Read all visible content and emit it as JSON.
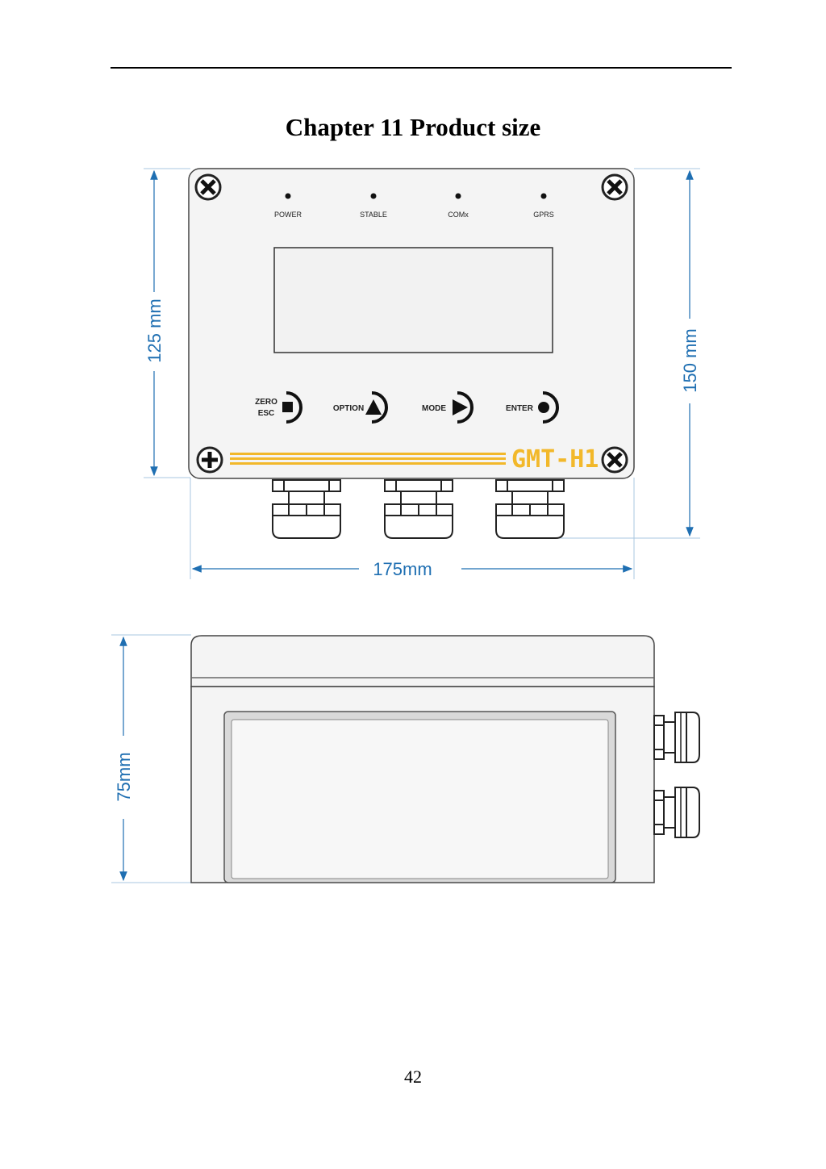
{
  "page": {
    "title": "Chapter 11 Product size",
    "page_number": "42"
  },
  "front_view": {
    "indicators": [
      "POWER",
      "STABLE",
      "COMx",
      "GPRS"
    ],
    "buttons": {
      "zero_esc_line1": "ZERO",
      "zero_esc_line2": "ESC",
      "option": "OPTION",
      "mode": "MODE",
      "enter": "ENTER"
    },
    "model": "GMT-H1",
    "dimensions": {
      "height_body": "125 mm",
      "height_total": "150 mm",
      "width": "175mm"
    },
    "colors": {
      "dimension": "#1f6fb2",
      "brand": "#f2b82a"
    }
  },
  "side_view": {
    "dimensions": {
      "depth": "75mm"
    }
  }
}
